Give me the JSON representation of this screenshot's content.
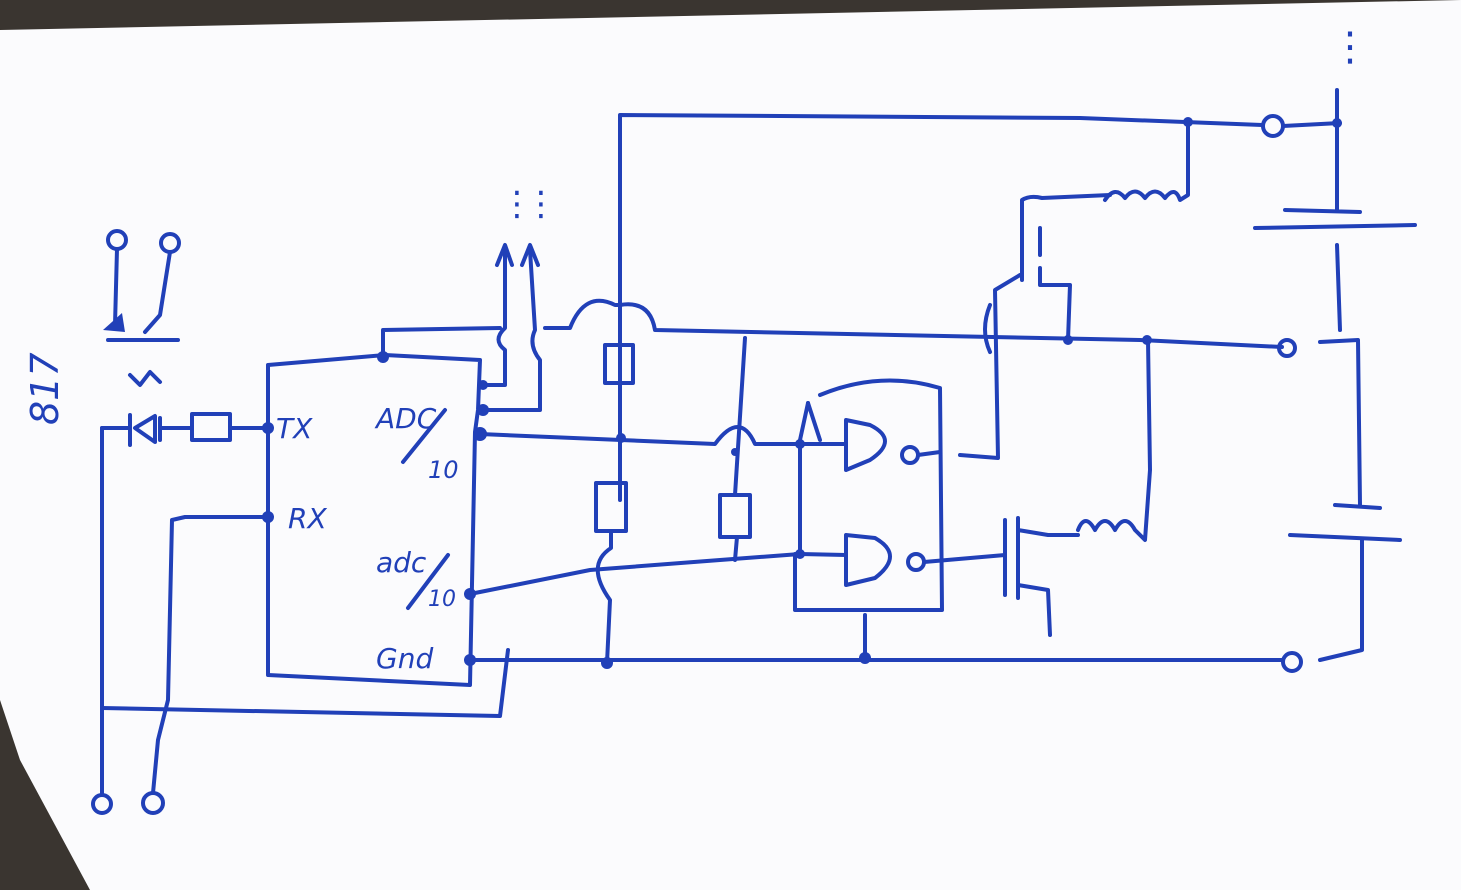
{
  "schematic": {
    "side_note": "817",
    "pins": {
      "tx": "TX",
      "rx": "RX",
      "adc_top": "ADC",
      "adc_top_sub": "10",
      "adc_bottom": "adc",
      "adc_bottom_sub": "10",
      "gnd": "Gnd"
    },
    "ellipsis": "⋮"
  },
  "colors": {
    "ink": "#2140b8",
    "paper": "#fbfbfd",
    "background": "#3a3530"
  }
}
